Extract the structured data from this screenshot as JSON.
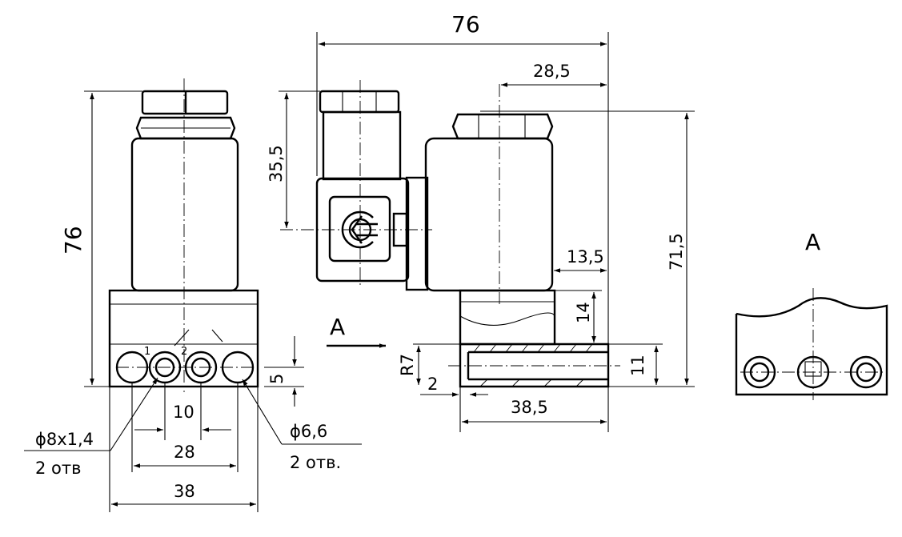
{
  "dimensions": {
    "overall_width": "76",
    "overall_height": "76",
    "connector_offset": "28,5",
    "connector_height": "35,5",
    "body_height": "71,5",
    "coil_inset": "13,5",
    "base_step": "14",
    "port_height": "11",
    "thread": "R7",
    "wall": "2",
    "port_length": "38,5",
    "hole_offset": "5",
    "hole_pitch": "10",
    "outer_pitch": "28",
    "base_width": "38"
  },
  "callouts": {
    "tube_size": "ϕ8x1,4",
    "tube_count": "2 отв",
    "hole_size": "ϕ6,6",
    "hole_count": "2 отв."
  },
  "port_numbers": {
    "port_1": "1",
    "port_2": "2"
  },
  "view": {
    "arrow_label": "A",
    "section_title": "A"
  }
}
